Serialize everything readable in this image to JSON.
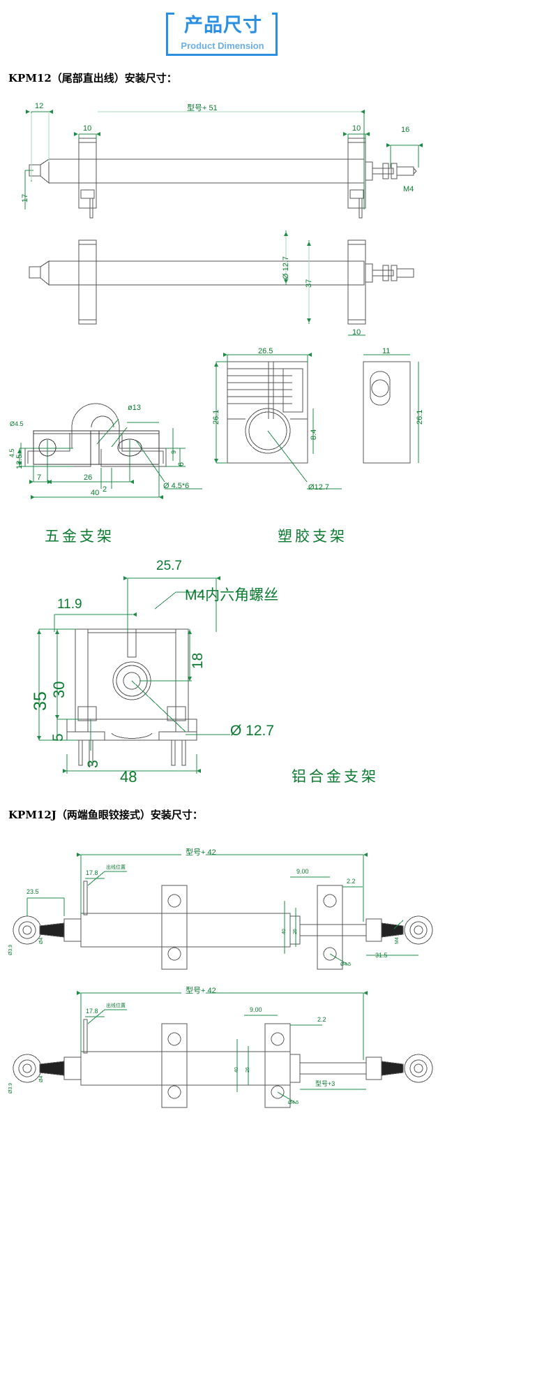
{
  "banner": {
    "title_cn": "产品尺寸",
    "title_en": "Product Dimension"
  },
  "sections": [
    {
      "id": "kpm12",
      "heading": "KPM12（尾部直出线）安装尺寸："
    },
    {
      "id": "kpm12j",
      "heading": "KPM12J（两端鱼眼铰接式）安装尺寸："
    }
  ],
  "bracket_names": {
    "metal": "五金支架",
    "plastic": "塑胶支架",
    "aluminum": "铝合金支架"
  },
  "kpm12_top_view": {
    "overall": "型号+ 51",
    "left_offset": "12",
    "mount_width_left": "10",
    "mount_width_right": "10",
    "body_height": "17",
    "right_thread_len": "16",
    "thread_spec": "M4"
  },
  "kpm12_side_view": {
    "diameter": "Ø 12.7",
    "mount_span": "37",
    "mount_width": "10"
  },
  "metal_bracket": {
    "clip_bore": "ø13",
    "clip_height": "12.5",
    "clip_slot": "2",
    "flange_height": "6",
    "plate_hole_dia": "Ø4.5",
    "plate_edge": "4.5",
    "plate_height": "9",
    "hole_edge": "7",
    "hole_pitch": "26",
    "plate_width": "40",
    "hole_note": "Ø 4.5*6"
  },
  "plastic_bracket": {
    "width": "26.5",
    "height": "26.1",
    "bore_offset": "8.4",
    "bore_dia": "Ø12.7",
    "side_width": "11",
    "side_height": "26.1"
  },
  "aluminum_bracket": {
    "top_width": "25.7",
    "left_width": "11.9",
    "screw_note": "M4内六角螺丝",
    "total_height": "35",
    "upper_height": "30",
    "bore_center_height": "18",
    "base_height": "5",
    "pin_height": "3",
    "base_width": "48",
    "bore_dia": "Ø 12.7"
  },
  "kpm12j_view1": {
    "overall": "型号+ 42",
    "rod_len": "23.5",
    "wire_pos": "17.8",
    "wire_note": "出线位置",
    "mount_pitch": "9.00",
    "plate_thickness": "2.2",
    "mount_span": "40",
    "mount_inner": "26",
    "eye_bore": "Ø3.9",
    "eye_width": "Ø4",
    "thread_right": "M4",
    "right_len": "31.5",
    "hole_dia": "Ø4.5"
  },
  "kpm12j_view2": {
    "overall": "型号+ 42",
    "wire_pos": "17.8",
    "wire_note": "出线位置",
    "mount_pitch": "9.00",
    "plate_thickness": "2.2",
    "mount_span": "40",
    "mount_inner": "26",
    "eye_bore": "Ø3.9",
    "eye_width": "Ø4",
    "right_label": "型号+3",
    "hole_dia": "Ø4.5"
  },
  "colors": {
    "accent_blue": "#2a8fe0",
    "dim_green": "#1e8b46",
    "line_gray": "#555555"
  }
}
